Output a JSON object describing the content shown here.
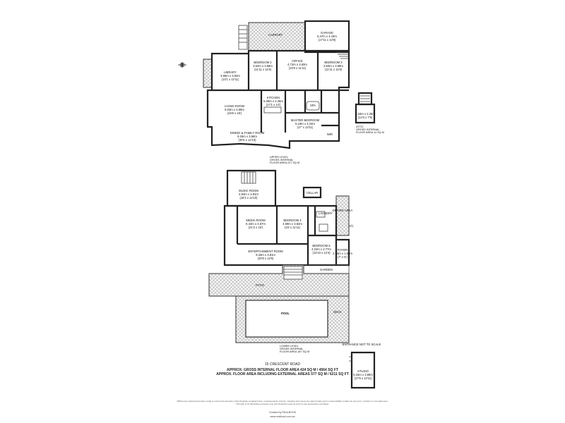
{
  "rooms": {
    "carport": {
      "name": "CARPORT",
      "dims": "",
      "imperial": ""
    },
    "garage": {
      "name": "GARAGE",
      "dims": "5.47m x 4.19m",
      "imperial": "(17'11 x 13'9)"
    },
    "library": {
      "name": "LIBRARY",
      "dims": "3.96m x 3.94m",
      "imperial": "(13'1 x 12'11)"
    },
    "bedroom2": {
      "name": "BEDROOM 2",
      "dims": "3.62m x 3.56m",
      "imperial": "(11'11 x 11'8)"
    },
    "office": {
      "name": "OFFICE",
      "dims": "4.72m x 3.63m",
      "imperial": "(15'6 x 11'11)"
    },
    "bedroom3": {
      "name": "BEDROOM 3",
      "dims": "3.63m x 3.58m",
      "imperial": "(11'11 x 11'9)"
    },
    "living": {
      "name": "LIVING ROOM",
      "dims": "5.03m x 4.59m",
      "imperial": "(16'6 x 15')"
    },
    "kitchen": {
      "name": "KITCHEN",
      "dims": "5.08m x 4.26m",
      "imperial": "(17'1 x 14')"
    },
    "spa": {
      "name": "SPA",
      "dims": "",
      "imperial": ""
    },
    "master": {
      "name": "MASTER BEDROOM",
      "dims": "5.19m x 4.24m",
      "imperial": "(17' x 13'11)"
    },
    "wir": {
      "name": "WIR",
      "dims": "",
      "imperial": ""
    },
    "dining": {
      "name": "DINING & FAMILY ROOM",
      "dims": "9.26m x 3.66m",
      "imperial": "(30'5 x 12'10)"
    },
    "attic": {
      "name": "ATTIC",
      "dims": "4.34m x 2.25m",
      "imperial": "(14'3 x 7'5)"
    },
    "music": {
      "name": "MUSIC ROOM",
      "dims": "4.94m x 3.91m",
      "imperial": "(16'2 x 12'10)"
    },
    "cellar": {
      "name": "CELLAR",
      "dims": "",
      "imperial": ""
    },
    "media": {
      "name": "MEDIA ROOM",
      "dims": "6.44m x 4.57m",
      "imperial": "(21'2 x 15')"
    },
    "bedroom4": {
      "name": "BEDROOM 4",
      "dims": "4.59m x 3.64m",
      "imperial": "(15' x 11'11)"
    },
    "laundry": {
      "name": "LAUNDRY",
      "dims": "",
      "imperial": ""
    },
    "drying": {
      "name": "DRYING AREA",
      "dims": "",
      "imperial": ""
    },
    "bedroom5": {
      "name": "BEDROOM 5",
      "dims": "4.22m x 3.77m",
      "imperial": "(13'10 x 12'4)"
    },
    "foyer": {
      "name": "FOYER",
      "dims": "2.14m x 1.53m",
      "imperial": "(7' x 5')"
    },
    "entertainment": {
      "name": "ENTERTAINMENT ROOM",
      "dims": "9.34m x 3.81m",
      "imperial": "(30'8 x 12'6)"
    },
    "garden": {
      "name": "GARDEN",
      "dims": "",
      "imperial": ""
    },
    "patio": {
      "name": "PATIO",
      "dims": "",
      "imperial": ""
    },
    "pool": {
      "name": "POOL",
      "dims": "",
      "imperial": ""
    },
    "deck": {
      "name": "DECK",
      "dims": "",
      "imperial": ""
    },
    "studio": {
      "name": "STUDIO",
      "dims": "5.34m x 3.69m",
      "imperial": "(17'6 x 12'11)"
    }
  },
  "levels": {
    "upper": {
      "line1": "UPPER LEVEL",
      "line2": "GROSS INTERNAL",
      "line3": "FLOOR AREA 227 SQ M"
    },
    "attic": {
      "line1": "ATTIC",
      "line2": "GROSS INTERNAL",
      "line3": "FLOOR AREA 11 SQ M"
    },
    "lower": {
      "line1": "LOWER LEVEL",
      "line2": "GROSS INTERNAL",
      "line3": "FLOOR AREA 187 SQ M"
    }
  },
  "notes": {
    "scale_note": "ENTRANCE NOT TO SCALE",
    "ac": "A/C"
  },
  "footer": {
    "address": "15 CRESCENT ROAD",
    "approx_internal": "APPROX. GROSS INTERNAL FLOOR AREA 424 SQ M / 4564 SQ FT",
    "approx_external": "APPROX. FLOOR AREA INCLUDING EXTERNAL AREAS 577 SQ M / 6211 SQ FT",
    "disclaimer": "Whilst every attempt has been made to ensure the accuracy of the floorplan contained here, measurements of doors, windows and rooms are approximate and no responsibility is taken for any error, omission or mis-statement. This plan is for illustrative purposes only and should be used as such by any prospective purchaser.",
    "credit": "Created by REALBOOK",
    "website": "www.realbook.com.au"
  },
  "icons": {
    "compass": "north-arrow-icon"
  }
}
